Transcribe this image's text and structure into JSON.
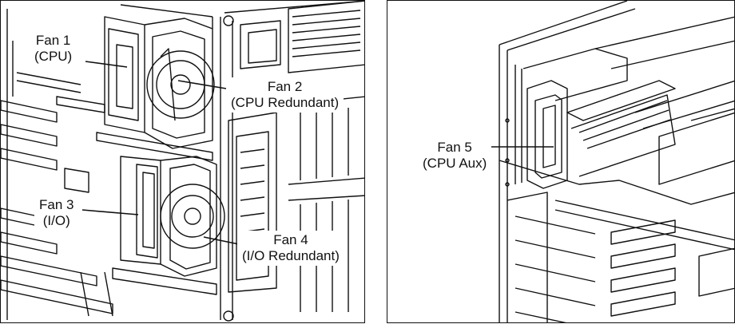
{
  "figure": {
    "callouts": {
      "fan1": {
        "name": "Fan 1",
        "role": "(CPU)"
      },
      "fan2": {
        "name": "Fan 2",
        "role": "(CPU Redundant)"
      },
      "fan3": {
        "name": "Fan 3",
        "role": "(I/O)"
      },
      "fan4": {
        "name": "Fan 4",
        "role": "(I/O Redundant)"
      },
      "fan5": {
        "name": "Fan 5",
        "role": "(CPU Aux)"
      }
    }
  }
}
